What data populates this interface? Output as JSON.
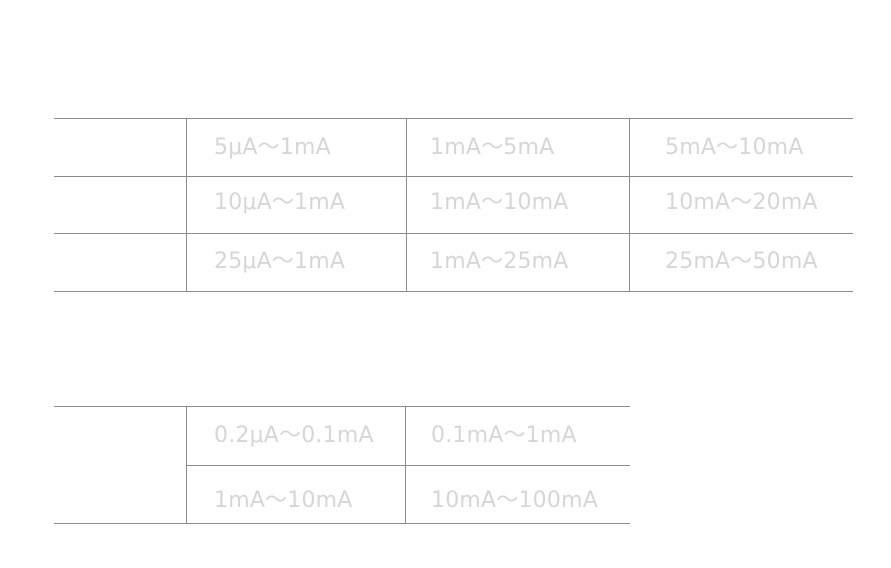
{
  "table1": {
    "rows": [
      [
        "",
        "5μA～1mA",
        "1mA～5mA",
        "5mA～10mA"
      ],
      [
        "",
        "10μA～1mA",
        "1mA～10mA",
        "10mA～20mA"
      ],
      [
        "",
        "25μA～1mA",
        "1mA～25mA",
        "25mA～50mA"
      ]
    ]
  },
  "table2": {
    "rows": [
      [
        "",
        "0.2μA～0.1mA",
        "0.1mA～1mA"
      ],
      [
        "",
        "1mA～10mA",
        "10mA～100mA"
      ]
    ]
  }
}
